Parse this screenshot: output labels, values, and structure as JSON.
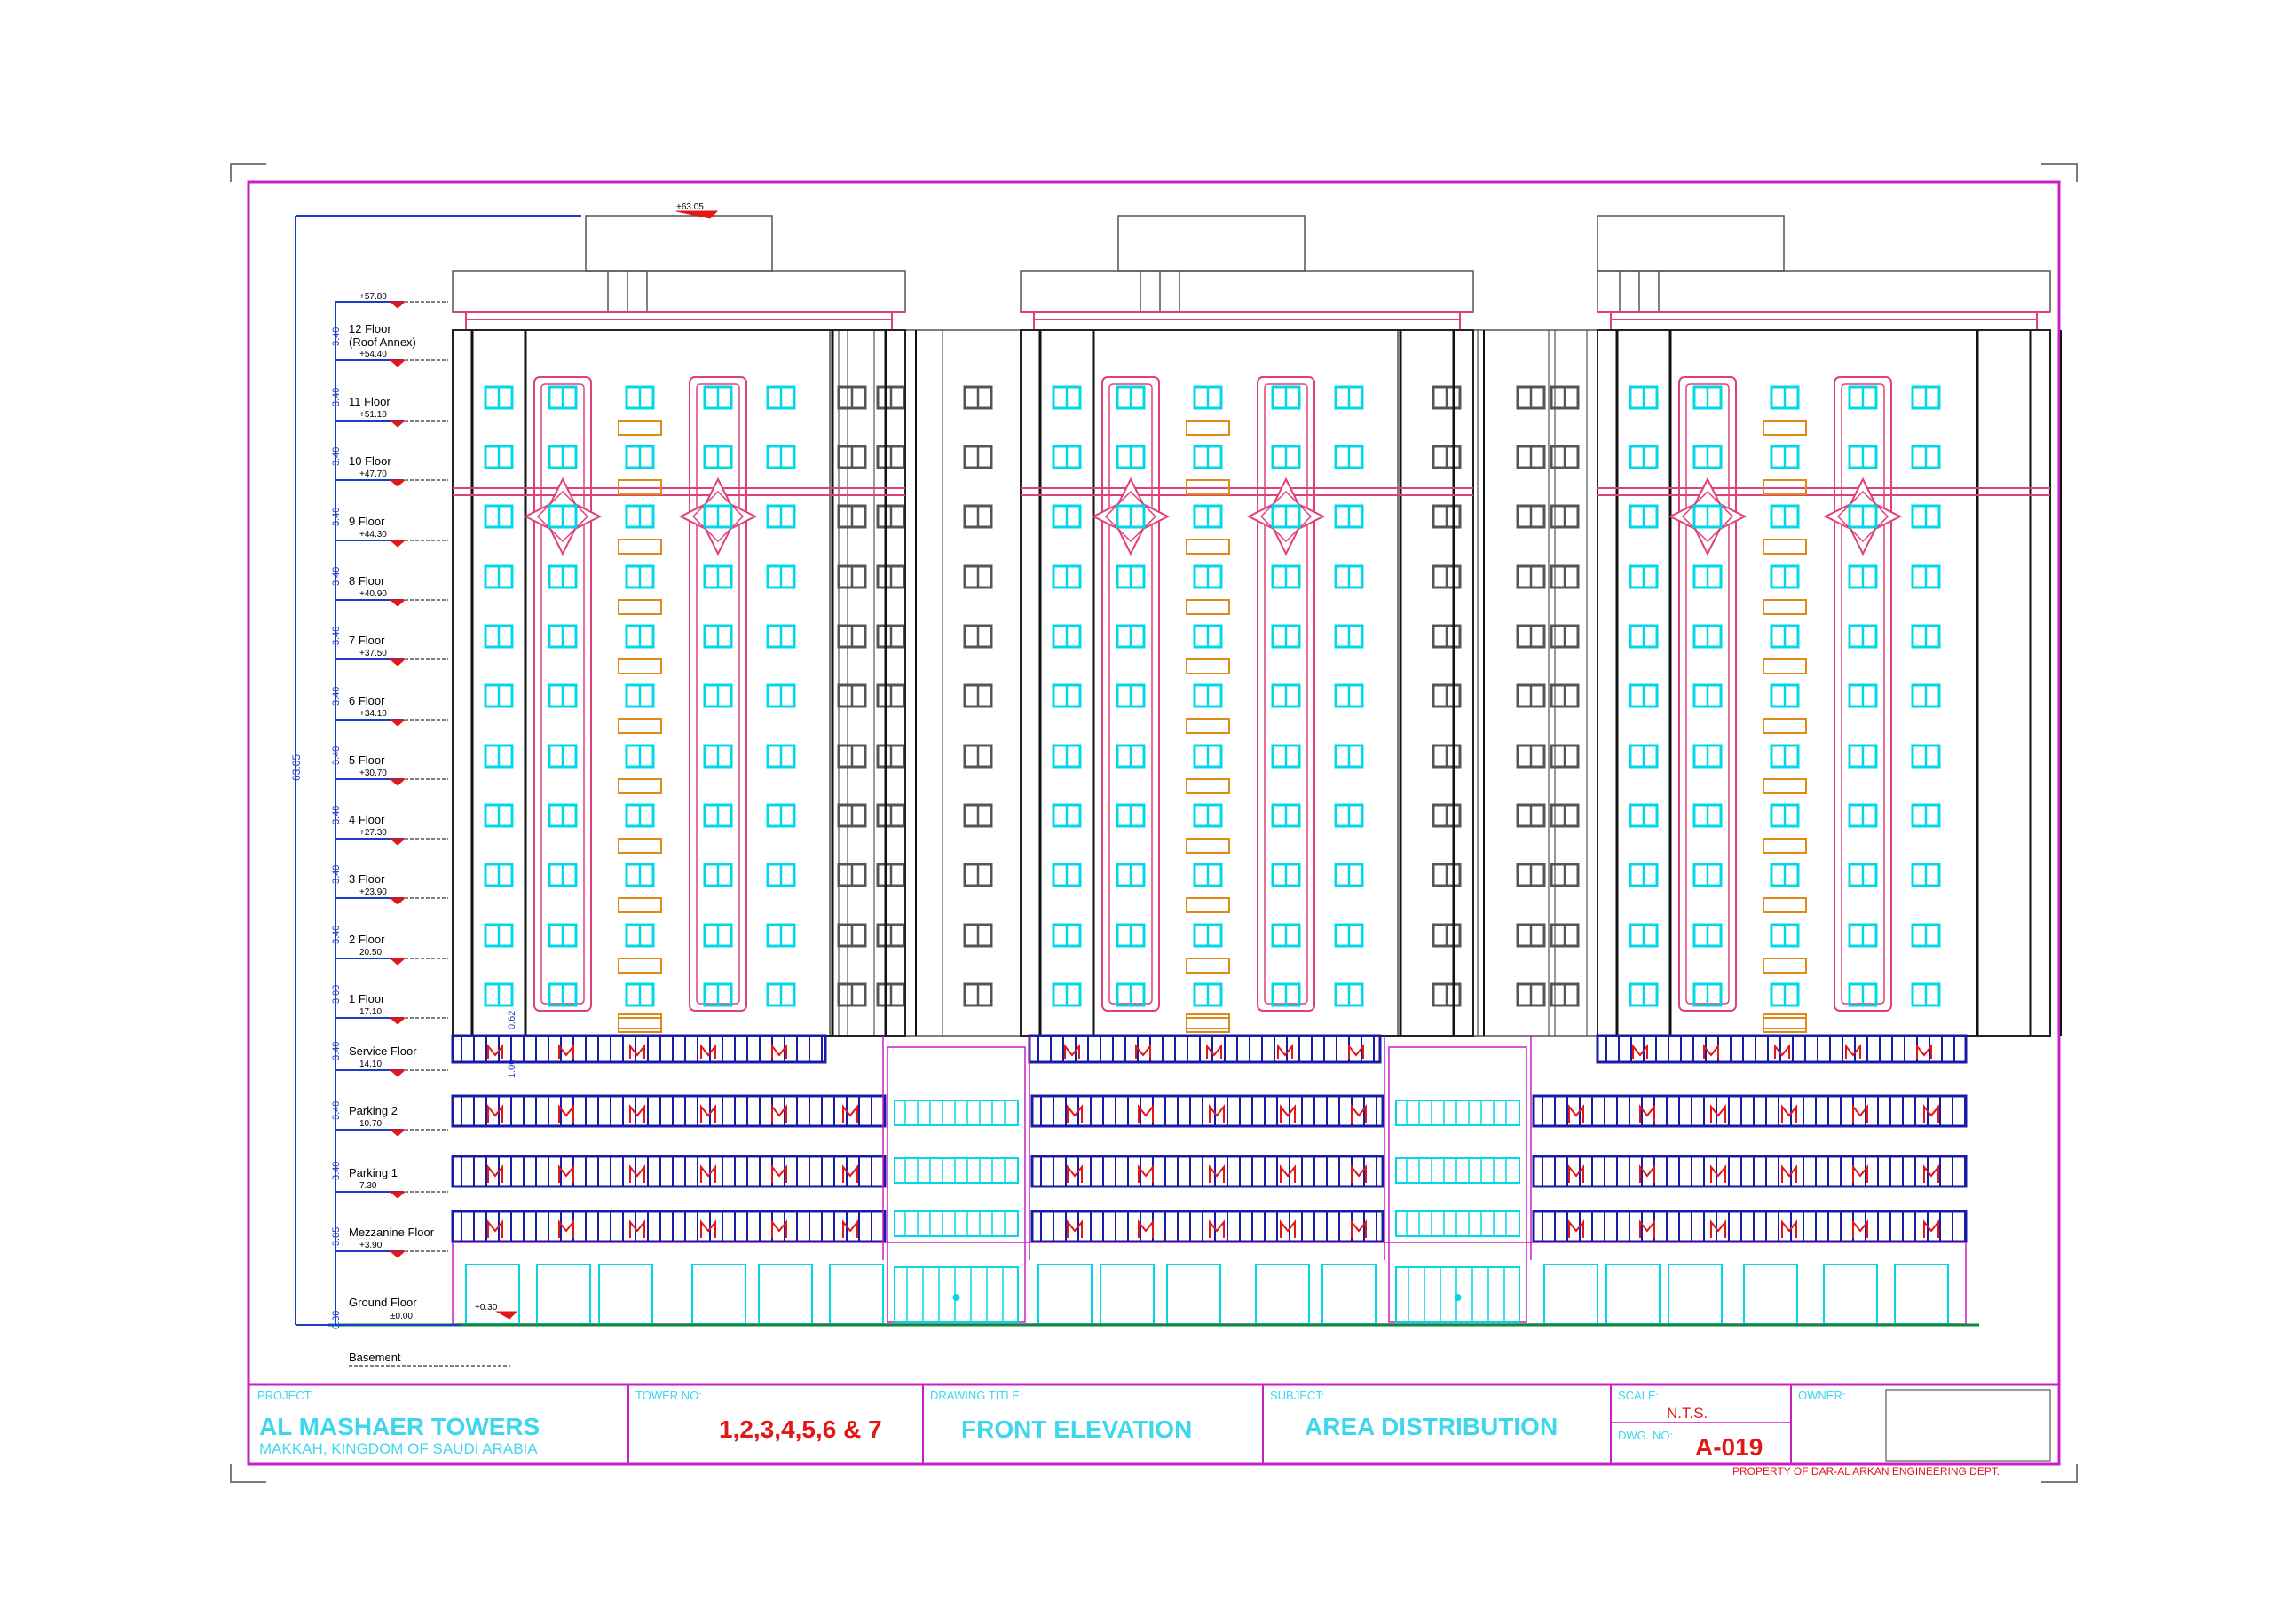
{
  "title_block": {
    "project_label": "PROJECT:",
    "project_name": "AL MASHAER TOWERS",
    "project_location": "MAKKAH, KINGDOM OF SAUDI ARABIA",
    "tower_label": "TOWER NO:",
    "tower_value": "1,2,3,4,5,6 & 7",
    "drawing_title_label": "DRAWING TITLE:",
    "drawing_title_value": "FRONT ELEVATION",
    "subject_label": "SUBJECT:",
    "subject_value": "AREA DISTRIBUTION",
    "scale_label": "SCALE:",
    "scale_value": "N.T.S.",
    "dwg_label": "DWG. NO:",
    "dwg_value": "A-019",
    "owner_label": "OWNER:",
    "property_note": "PROPERTY OF DAR-AL ARKAN ENGINEERING DEPT."
  },
  "elevation": {
    "total_height_label": "63.05",
    "top_level_label": "+63.05",
    "roof_level_label": "+57.80",
    "ground_inner_label": "+0.30",
    "basement_label": "Basement",
    "small_dims": [
      "0.62",
      "1.00"
    ],
    "levels": [
      {
        "name": "12 Floor",
        "name2": "(Roof Annex)",
        "value": "+54.40",
        "gap": "3.40"
      },
      {
        "name": "11 Floor",
        "value": "+51.10",
        "gap": "3.40"
      },
      {
        "name": "10 Floor",
        "value": "+47.70",
        "gap": "3.40"
      },
      {
        "name": "9 Floor",
        "value": "+44.30",
        "gap": "3.40"
      },
      {
        "name": "8 Floor",
        "value": "+40.90",
        "gap": "3.40"
      },
      {
        "name": "7 Floor",
        "value": "+37.50",
        "gap": "3.40"
      },
      {
        "name": "6 Floor",
        "value": "+34.10",
        "gap": "3.40"
      },
      {
        "name": "5  Floor",
        "value": "+30.70",
        "gap": "3.40"
      },
      {
        "name": "4 Floor",
        "value": "+27.30",
        "gap": "3.40"
      },
      {
        "name": "3 Floor",
        "value": "+23.90",
        "gap": "3.40"
      },
      {
        "name": "2 Floor",
        "value": "20.50",
        "gap": "3.40"
      },
      {
        "name": "1 Floor",
        "value": "17.10",
        "gap": "3.00"
      },
      {
        "name": "Service Floor",
        "value": "14.10",
        "gap": "3.40"
      },
      {
        "name": "Parking 2",
        "value": "10.70",
        "gap": "3.40"
      },
      {
        "name": "Parking 1",
        "value": "7.30",
        "gap": "3.40"
      },
      {
        "name": "Mezzanine Floor",
        "value": "+3.90",
        "gap": "3.85"
      },
      {
        "name": "Ground Floor",
        "value": "±0.00",
        "gap": "0.30"
      }
    ]
  },
  "colors": {
    "frame": "#c81fc8",
    "dim": "#1c3cc8",
    "window": "#00d8e8",
    "ornament": "#e0407a",
    "balcony": "#e08a1a",
    "parking": "#1a1aa8",
    "red": "#e01818",
    "ground_line": "#0a8a3a",
    "grey": "#555555",
    "title_cyan": "#3fd6ee"
  }
}
